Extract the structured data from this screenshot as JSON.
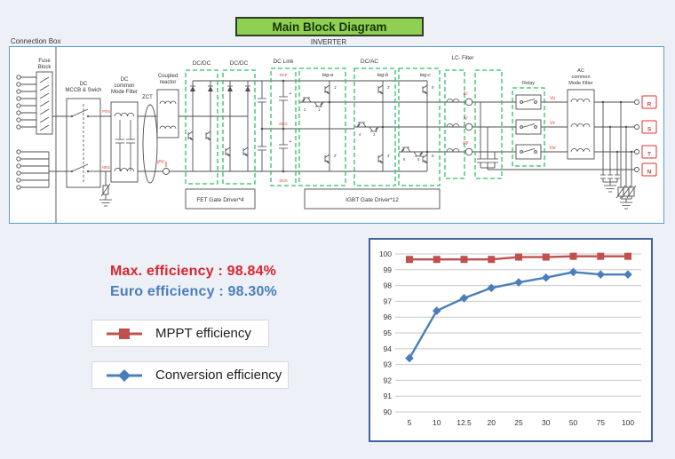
{
  "page": {
    "title": "Main Block Diagram"
  },
  "diagram": {
    "connection_box": "Connection Box",
    "inverter": "INVERTER",
    "fuse": [
      "Fuse",
      "Block"
    ],
    "mccb": [
      "DC",
      "MCCB & Swich"
    ],
    "pos": "POS",
    "neg": "NEG",
    "dc_cmf": [
      "DC",
      "common",
      "Mode Filter"
    ],
    "zct": "ZCT",
    "reactor": [
      "Coupled",
      "reactor"
    ],
    "ipv": "iPV",
    "dcdc": [
      "DC/DC",
      "DC/DC"
    ],
    "fet_driver": "FET Gate Driver*4",
    "dc_link": "DC Link",
    "dc_link_nodes": [
      "DCP",
      "DCG",
      "DCN"
    ],
    "plus": "+",
    "dcac": "DC/AC",
    "legs": [
      {
        "name": "leg-a",
        "upper": "1'",
        "lower": "2'",
        "pair": [
          "2",
          "1"
        ]
      },
      {
        "name": "leg-b",
        "upper": "3'",
        "lower": "4'",
        "pair": [
          "4",
          "3"
        ]
      },
      {
        "name": "leg-c",
        "upper": "5'",
        "lower": "6'",
        "pair": [
          "6",
          "5"
        ]
      }
    ],
    "igbt_driver": "IGBT Gate Driver*12",
    "lc_filter": "LC- Filter",
    "current_sensors": [
      "iU",
      "iV",
      "iW"
    ],
    "relay": "Relay",
    "volt_labels": [
      "Vu",
      "Vv",
      "Vw"
    ],
    "ac_cmf": [
      "AC",
      "common",
      "Mode Filter"
    ],
    "terminals": [
      "R",
      "S",
      "T",
      "N"
    ]
  },
  "stats": {
    "max_efficiency": "Max. efficiency : 98.84%",
    "euro_efficiency": "Euro efficiency : 98.30%"
  },
  "legend": {
    "mppt": "MPPT efficiency",
    "conversion": "Conversion efficiency"
  },
  "colors": {
    "mppt": "#c0504d",
    "conversion": "#4a7ebb",
    "green_box": "#8fd052",
    "dashed_green": "#2ebf66",
    "panel_border": "#5b9bd5",
    "chart_border": "#41639c",
    "max_text": "#d9242e",
    "euro_text": "#4a7ebb"
  },
  "chart_data": {
    "type": "line",
    "title": "",
    "xlabel": "",
    "ylabel": "",
    "categories": [
      "5",
      "10",
      "12.5",
      "20",
      "25",
      "30",
      "50",
      "75",
      "100"
    ],
    "series": [
      {
        "name": "MPPT efficiency",
        "color": "#c0504d",
        "marker": "square",
        "values": [
          99.65,
          99.65,
          99.65,
          99.65,
          99.8,
          99.8,
          99.85,
          99.85,
          99.85
        ]
      },
      {
        "name": "Conversion efficiency",
        "color": "#4a7ebb",
        "marker": "diamond",
        "values": [
          93.4,
          96.4,
          97.2,
          97.85,
          98.2,
          98.5,
          98.85,
          98.7,
          98.7
        ]
      }
    ],
    "ylim": [
      90,
      100
    ],
    "ytick_step": 1,
    "grid": true,
    "grid_color": "#c8c8c8",
    "legend_position": "outside-left"
  }
}
